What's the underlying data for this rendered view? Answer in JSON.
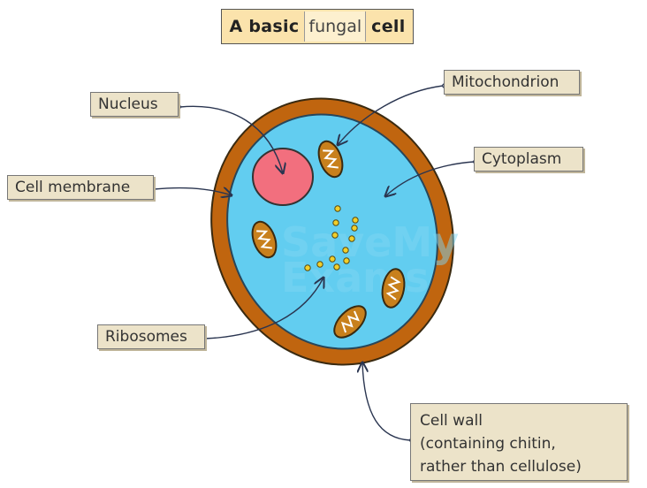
{
  "title": {
    "prefix": "A basic",
    "highlight": "fungal",
    "suffix": "cell"
  },
  "labels": {
    "nucleus": "Nucleus",
    "cell_membrane": "Cell membrane",
    "mitochondrion": "Mitochondrion",
    "cytoplasm": "Cytoplasm",
    "ribosomes": "Ribosomes",
    "cell_wall": [
      "Cell wall",
      "(containing chitin,",
      "rather than cellulose)"
    ]
  },
  "colors": {
    "cell_wall": "#c0650f",
    "cytoplasm": "#62cdf0",
    "nucleus": "#f26f7e",
    "mitochondrion": "#c8801c",
    "ribosome": "#f1cf2a",
    "label_bg": "#ece3c9",
    "title_bg": "#fbe3ac"
  },
  "watermark": "SaveMy Exams"
}
